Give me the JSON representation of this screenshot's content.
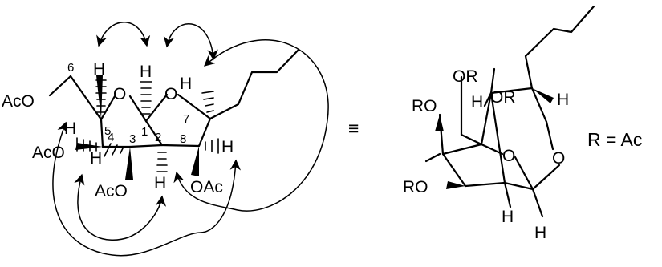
{
  "left_structure": {
    "groups": {
      "aco_c6": "AcO",
      "aco_c4": "AcO",
      "aco_c3": "AcO",
      "oac_c8": "OAc",
      "ring_o": "O",
      "furan_o": "O"
    },
    "hydrogens": {
      "h5": "H",
      "h1": "H",
      "h7": "H",
      "h4": "H",
      "h3": "H",
      "h2": "H",
      "h8": "H"
    },
    "locants": [
      "6",
      "5",
      "1",
      "7",
      "4",
      "3",
      "2",
      "8"
    ]
  },
  "equivalence_symbol": "≡",
  "right_structure": {
    "groups": {
      "or_top": "OR",
      "or_mid": "OR",
      "ro_left": "RO",
      "ro_bottom": "RO",
      "o_bridge1": "O",
      "o_bridge2": "O"
    },
    "hydrogens": {
      "h_a": "H",
      "h_b": "H",
      "h_c": "H",
      "h_d": "H"
    }
  },
  "legend": "R = Ac"
}
